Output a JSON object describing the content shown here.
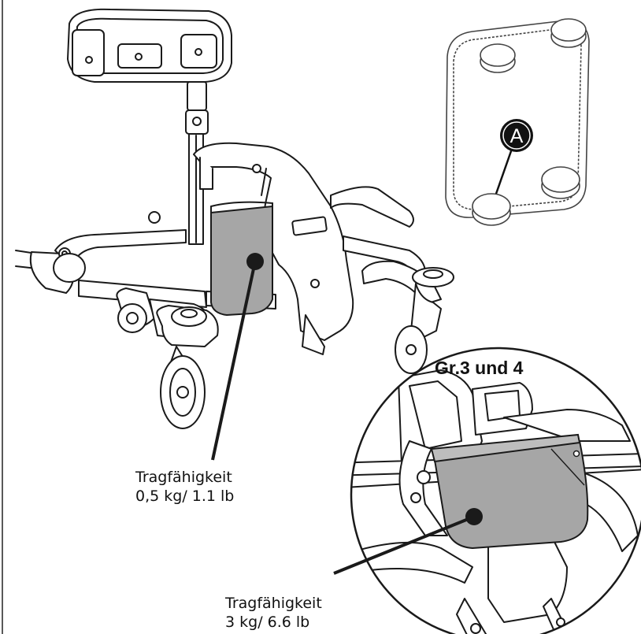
{
  "callout_a": {
    "letter": "A"
  },
  "detail_inset": {
    "size_label": "Gr.3 und 4"
  },
  "bag_small": {
    "line1": "Tragfähigkeit",
    "line2": "0,5 kg/ 1.1 lb"
  },
  "bag_large": {
    "line1": "Tragfähigkeit",
    "line2": "3 kg/ 6.6 lb"
  },
  "colors": {
    "line": "#1a1a1a",
    "bag_fill": "#a6a6a6",
    "marker": "#111111",
    "marker_text": "#ffffff"
  }
}
